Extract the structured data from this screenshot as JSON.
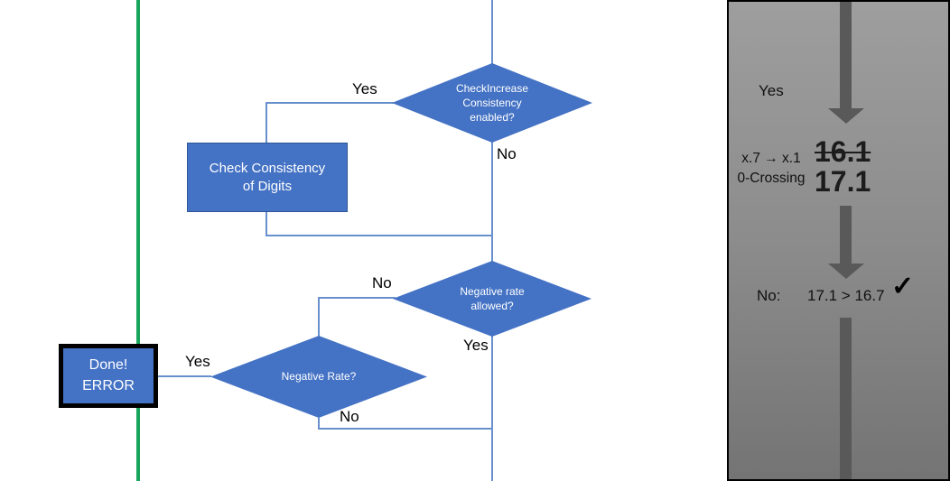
{
  "flowchart": {
    "decision_check_increase": {
      "label": "CheckIncrease Consistency enabled?",
      "yes_label": "Yes",
      "no_label": "No"
    },
    "process_check_consistency": {
      "label": "Check Consistency of Digits"
    },
    "decision_negative_rate_allowed": {
      "label": "Negative rate allowed?",
      "no_label": "No",
      "yes_label": "Yes"
    },
    "decision_negative_rate": {
      "label": "Negative Rate?",
      "yes_label": "Yes",
      "no_label": "No"
    },
    "terminator_error": {
      "line1": "Done!",
      "line2": "ERROR"
    }
  },
  "side_panel": {
    "yes_label": "Yes",
    "rule_line1": "x.7 → x.1",
    "rule_line2": "0-Crossing",
    "old_value": "16.1",
    "old_value_struck": true,
    "new_value": "17.1",
    "result_label": "No:",
    "comparison": "17.1 > 16.7",
    "checkmark": "✓"
  },
  "colors": {
    "shape_blue": "#4472C4",
    "shape_border_blue": "#2F5597",
    "connector_blue": "#6890CC",
    "green_line": "#19A65C",
    "arrow_gray": "#595959",
    "panel_border": "#000000",
    "panel_gradient_top": "#9E9E9E",
    "panel_gradient_bottom": "#747474"
  }
}
